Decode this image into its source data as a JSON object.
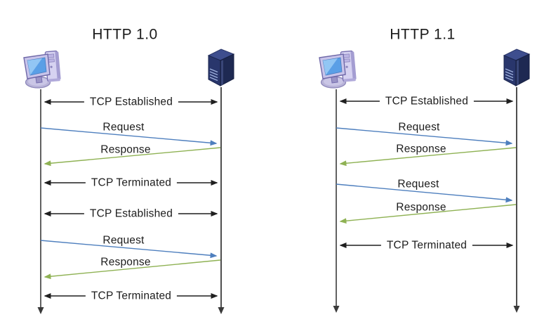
{
  "colors": {
    "line": "#1f1f1f",
    "lifeline": "#3a3a3a",
    "request_arrow": "#4e7fbe",
    "response_arrow": "#8fb254",
    "text": "#1c1c1c"
  },
  "diagrams": [
    {
      "title": "HTTP 1.0",
      "client_icon": "client-computer-icon",
      "server_icon": "server-icon",
      "messages": [
        {
          "label": "TCP Established",
          "type": "tcp-sync",
          "direction": "both"
        },
        {
          "label": "Request",
          "type": "http-request",
          "direction": "client-to-server"
        },
        {
          "label": "Response",
          "type": "http-response",
          "direction": "server-to-client"
        },
        {
          "label": "TCP Terminated",
          "type": "tcp-sync",
          "direction": "both"
        },
        {
          "label": "TCP Established",
          "type": "tcp-sync",
          "direction": "both"
        },
        {
          "label": "Request",
          "type": "http-request",
          "direction": "client-to-server"
        },
        {
          "label": "Response",
          "type": "http-response",
          "direction": "server-to-client"
        },
        {
          "label": "TCP Terminated",
          "type": "tcp-sync",
          "direction": "both"
        }
      ]
    },
    {
      "title": "HTTP 1.1",
      "client_icon": "client-computer-icon",
      "server_icon": "server-icon",
      "messages": [
        {
          "label": "TCP Established",
          "type": "tcp-sync",
          "direction": "both"
        },
        {
          "label": "Request",
          "type": "http-request",
          "direction": "client-to-server"
        },
        {
          "label": "Response",
          "type": "http-response",
          "direction": "server-to-client"
        },
        {
          "label": "Request",
          "type": "http-request",
          "direction": "client-to-server"
        },
        {
          "label": "Response",
          "type": "http-response",
          "direction": "server-to-client"
        },
        {
          "label": "TCP Terminated",
          "type": "tcp-sync",
          "direction": "both"
        }
      ]
    }
  ]
}
